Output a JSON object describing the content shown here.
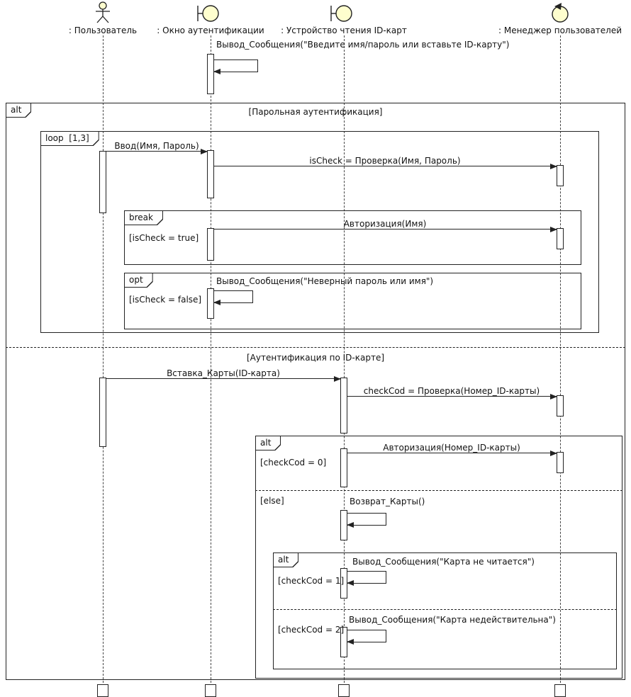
{
  "diagram": {
    "participants": [
      {
        "name": ": Пользователь",
        "type": "actor"
      },
      {
        "name": ": Окно аутентификации",
        "type": "boundary"
      },
      {
        "name": ": Устройство чтения ID-карт",
        "type": "boundary"
      },
      {
        "name": ": Менеджер пользователей",
        "type": "control"
      }
    ],
    "fragments": {
      "alt_main": {
        "op": "alt",
        "guard_password": "[Парольная аутентификация]",
        "guard_idcard": "[Аутентификация по ID-карте]"
      },
      "loop_attempts": {
        "op": "loop  [1,3]"
      },
      "break_success": {
        "op": "break",
        "guard": "[isCheck = true]"
      },
      "opt_fail": {
        "op": "opt",
        "guard": "[isCheck = false]"
      },
      "alt_checkcod": {
        "op": "alt",
        "guard_ok": "[checkCod = 0]",
        "guard_else": "[else]"
      },
      "alt_card_error": {
        "op": "alt",
        "guard_unreadable": "[checkCod = 1]",
        "guard_invalid": "[checkCod = 2]"
      }
    },
    "messages": {
      "prompt": "Вывод_Сообщения(\"Введите имя/пароль или вставьте ID-карту\")",
      "enter_credentials": "Ввод(Имя, Пароль)",
      "check_credentials": "isCheck = Проверка(Имя, Пароль)",
      "authorize_name": "Авторизация(Имя)",
      "wrong_credentials": "Вывод_Сообщения(\"Неверный пароль или имя\")",
      "insert_card": "Вставка_Карты(ID-карта)",
      "check_card": "checkCod = Проверка(Номер_ID-карты)",
      "authorize_card": "Авторизация(Номер_ID-карты)",
      "return_card": "Возврат_Карты()",
      "card_unreadable": "Вывод_Сообщения(\"Карта не читается\")",
      "card_invalid": "Вывод_Сообщения(\"Карта недействительна\")"
    }
  }
}
